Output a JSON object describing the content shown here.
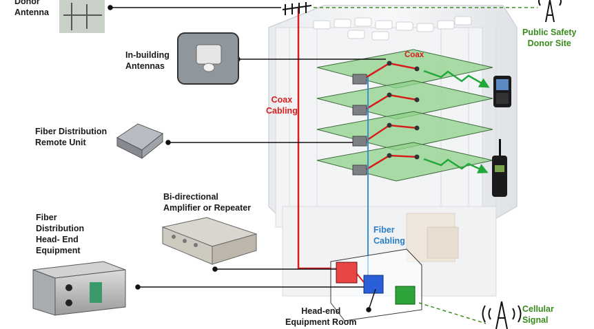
{
  "labels": {
    "donor_antenna": "Donor\nAntenna",
    "in_building_antennas": "In-building\nAntennas",
    "fiber_remote_unit": "Fiber Distribution\nRemote Unit",
    "bda_repeater": "Bi-directional\nAmplifier or Repeater",
    "fiber_head_end": "Fiber\nDistribution\nHead- End\nEquipment",
    "head_end_room": "Head-end\nEquipment Room",
    "public_safety_site": "Public Safety\nDonor Site",
    "coax_cabling": "Coax\nCabling",
    "coax": "Coax",
    "fiber_cabling": "Fiber\nCabling",
    "cellular_signal": "Cellular\nSignal"
  },
  "colors": {
    "coax": "#d81c1c",
    "fiber": "#3a8fd0",
    "donor_site_text": "#3a8a1e",
    "fiber_text": "#2a7fc4",
    "coax_text": "#d81c1c",
    "floor_fill": "#8fd28a",
    "signal": "#21a83a",
    "leader": "#111111"
  }
}
